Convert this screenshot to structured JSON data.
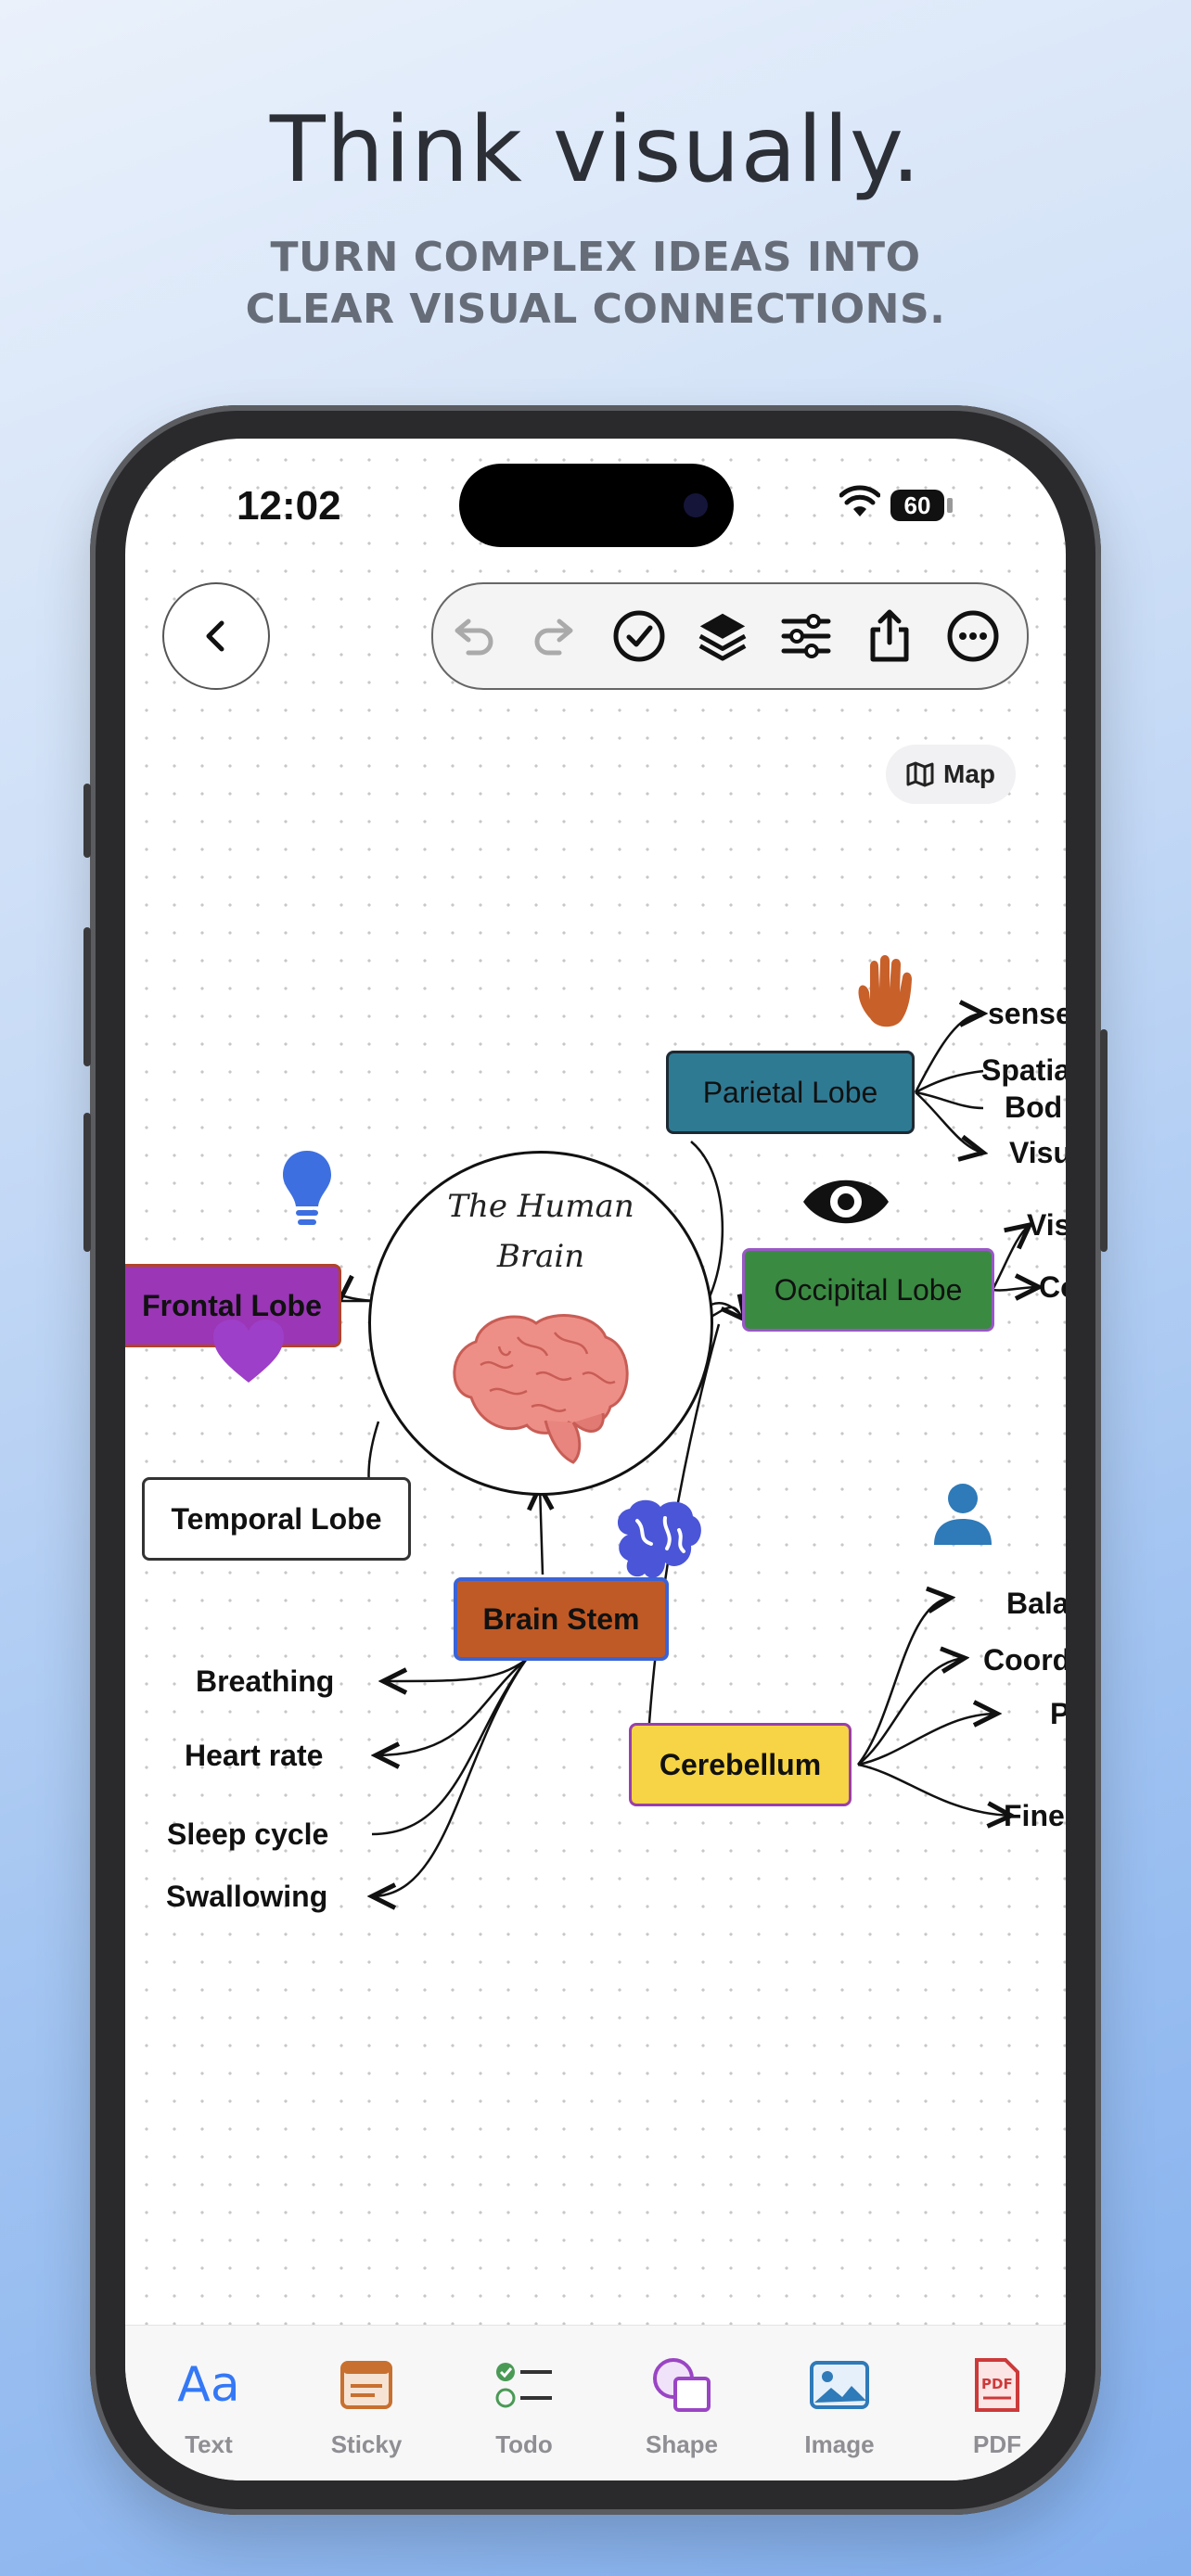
{
  "headline": "Think visually.",
  "subline": [
    "TURN COMPLEX IDEAS INTO",
    "CLEAR VISUAL CONNECTIONS."
  ],
  "status": {
    "time": "12:02",
    "battery": "60"
  },
  "toolbar": {
    "icons": [
      "undo-icon",
      "redo-icon",
      "check-circle-icon",
      "layers-icon",
      "sliders-icon",
      "share-icon",
      "more-icon"
    ]
  },
  "map_button": {
    "label": "Map"
  },
  "mindmap": {
    "center": {
      "title_line1": "The Human",
      "title_line2": "Brain"
    },
    "nodes": {
      "parietal": {
        "label": "Parietal Lobe",
        "color": "#2f7a93"
      },
      "occipital": {
        "label": "Occipital Lobe",
        "color": "#3a8a42"
      },
      "frontal": {
        "label": "Frontal Lobe",
        "color": "#9b36b7"
      },
      "temporal": {
        "label": "Temporal Lobe",
        "color": "#ffffff"
      },
      "brainstem": {
        "label": "Brain Stem",
        "color": "#bf5a26"
      },
      "cerebellum": {
        "label": "Cerebellum",
        "color": "#f6d445"
      }
    },
    "parietal_leaves": [
      "sense",
      "Spatia",
      "Bod",
      "Visu"
    ],
    "occipital_leaves": [
      "Vis",
      "Co"
    ],
    "brainstem_leaves": [
      "Breathing",
      "Heart rate",
      "Sleep cycle",
      "Swallowing"
    ],
    "cerebellum_leaves": [
      "Bala",
      "Coord",
      "P",
      "Fine"
    ]
  },
  "bottom_tabs": [
    {
      "label": "Text",
      "color": "#3478f6"
    },
    {
      "label": "Sticky",
      "color": "#c8702f"
    },
    {
      "label": "Todo",
      "color": "#4a9a55"
    },
    {
      "label": "Shape",
      "color": "#9a45c4"
    },
    {
      "label": "Image",
      "color": "#2f7ab8"
    },
    {
      "label": "PDF",
      "color": "#cc3a3a"
    }
  ]
}
